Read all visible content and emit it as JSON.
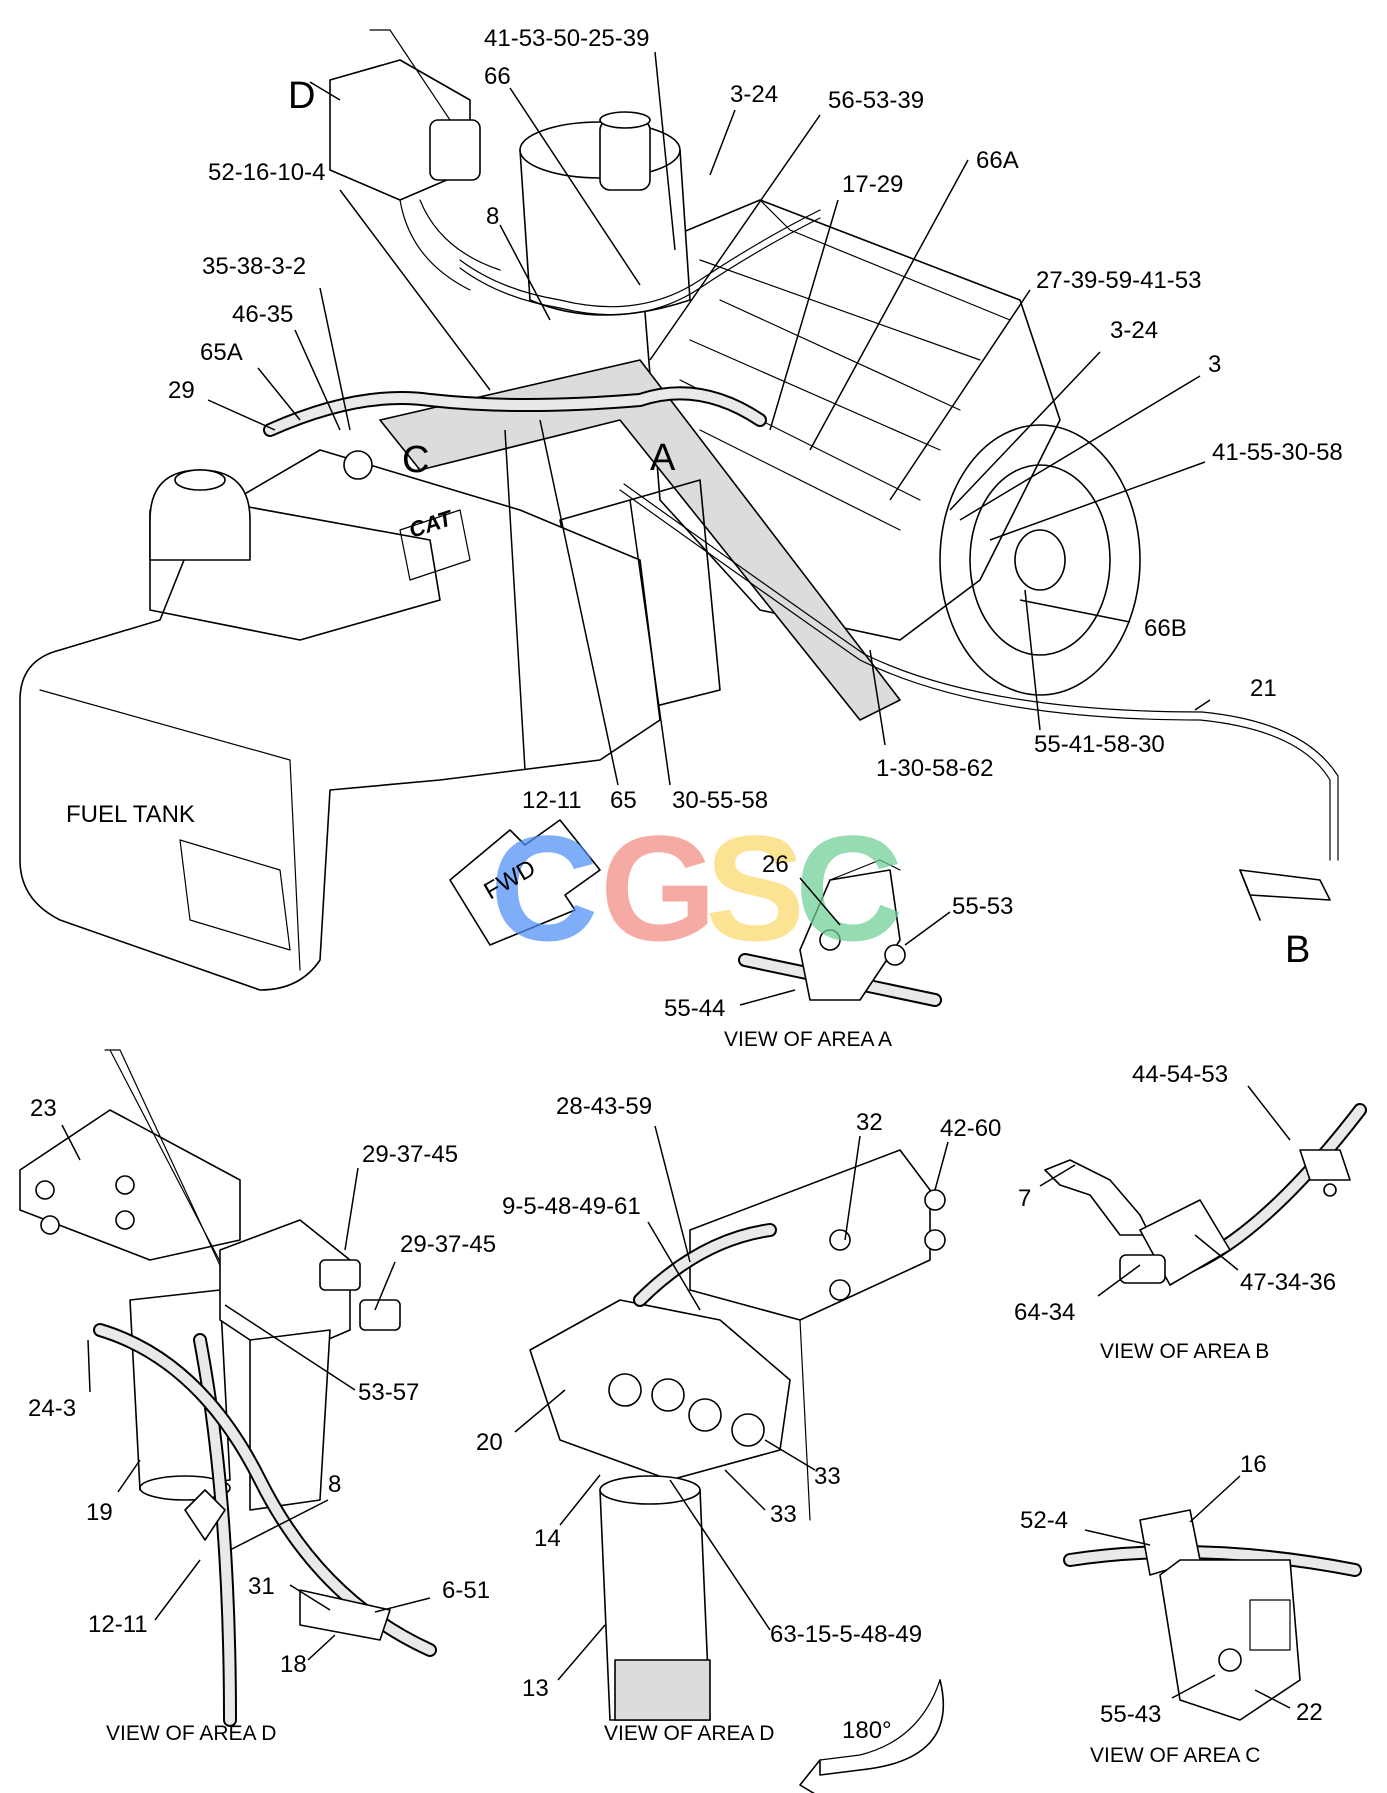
{
  "colors": {
    "line": "#000000",
    "background": "#ffffff",
    "watermark_c1": "#4f8ff7",
    "watermark_g": "#f28b82",
    "watermark_s": "#fbd96b",
    "watermark_c2": "#6fcf97"
  },
  "watermark": {
    "c1": "C",
    "g": "G",
    "s": "S",
    "c2": "C"
  },
  "main": {
    "area_letters": {
      "a": "A",
      "b": "B",
      "c": "C",
      "d": "D"
    },
    "fuel_tank": "FUEL TANK",
    "brand": "CAT",
    "fwd": "FWD",
    "callouts": {
      "c41_53_50_25_39": "41-53-50-25-39",
      "c66": "66",
      "c3_24_top": "3-24",
      "c56_53_39": "56-53-39",
      "c52_16_10_4": "52-16-10-4",
      "c17_29": "17-29",
      "c66a": "66A",
      "c8": "8",
      "c35_38_3_2": "35-38-3-2",
      "c27_39_59_41_53": "27-39-59-41-53",
      "c46_35": "46-35",
      "c3_24_right": "3-24",
      "c65a": "65A",
      "c3": "3",
      "c29": "29",
      "c41_55_30_58": "41-55-30-58",
      "c66b": "66B",
      "c21": "21",
      "c55_41_58_30": "55-41-58-30",
      "c1_30_58_62": "1-30-58-62",
      "c12_11": "12-11",
      "c65": "65",
      "c30_55_58": "30-55-58"
    }
  },
  "view_a": {
    "caption": "VIEW OF AREA  A",
    "callouts": {
      "c26": "26",
      "c55_53": "55-53",
      "c55_44": "55-44"
    }
  },
  "view_d_left": {
    "caption": "VIEW OF AREA  D",
    "callouts": {
      "c23": "23",
      "c29_37_45_a": "29-37-45",
      "c29_37_45_b": "29-37-45",
      "c24_3": "24-3",
      "c53_57": "53-57",
      "c19": "19",
      "c8": "8",
      "c12_11": "12-11",
      "c31": "31",
      "c6_51": "6-51",
      "c18": "18"
    }
  },
  "view_d_center": {
    "caption": "VIEW OF AREA  D",
    "rotation": "180°",
    "callouts": {
      "c28_43_59": "28-43-59",
      "c32": "32",
      "c42_60": "42-60",
      "c9_5_48_49_61": "9-5-48-49-61",
      "c20": "20",
      "c33_a": "33",
      "c33_b": "33",
      "c14": "14",
      "c63_15_5_48_49": "63-15-5-48-49",
      "c13": "13"
    }
  },
  "view_b": {
    "caption": "VIEW OF AREA  B",
    "callouts": {
      "c44_54_53": "44-54-53",
      "c7": "7",
      "c47_34_36": "47-34-36",
      "c64_34": "64-34"
    }
  },
  "view_c": {
    "caption": "VIEW OF AREA  C",
    "callouts": {
      "c16": "16",
      "c52_4": "52-4",
      "c55_43": "55-43",
      "c22": "22"
    }
  }
}
